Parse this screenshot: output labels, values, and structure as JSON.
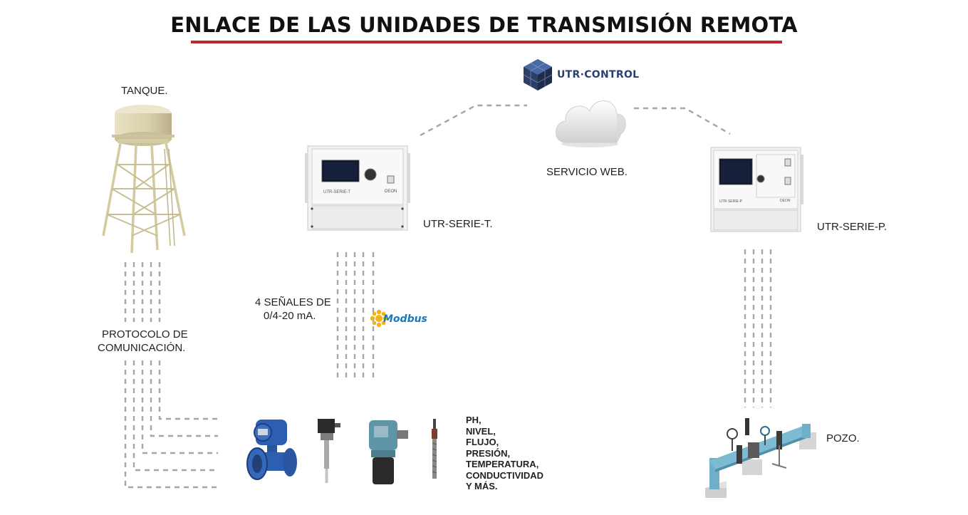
{
  "title": "ENLACE DE LAS UNIDADES DE TRANSMISIÓN REMOTA",
  "brand": {
    "name": "UTR·CONTROL",
    "color": "#2a3f73"
  },
  "accent_color": "#c0272d",
  "nodes": {
    "tank": {
      "label": "TANQUE.",
      "icon": "water-tower-icon"
    },
    "cloud": {
      "label": "SERVICIO WEB.",
      "icon": "cloud-icon"
    },
    "utr_t": {
      "label": "UTR-SERIE-T.",
      "device_text": "UTR-SERIE-T",
      "maker": "DEON",
      "icon": "utr-enclosure-icon"
    },
    "utr_p": {
      "label": "UTR-SERIE-P.",
      "device_text": "UTR-SERIE-P",
      "maker": "DEON",
      "icon": "utr-enclosure-icon"
    },
    "well": {
      "label": "POZO.",
      "icon": "well-pipeline-icon"
    }
  },
  "connections": {
    "protocol_label_line1": "PROTOCOLO DE",
    "protocol_label_line2": "COMUNICACIÓN.",
    "signals_label_line1": "4 SEÑALES DE",
    "signals_label_line2": "0/4-20 mA.",
    "modbus": "Modbus"
  },
  "sensors": {
    "icons": [
      "flowmeter-icon",
      "temperature-sensor-icon",
      "ultrasonic-level-icon",
      "ph-probe-icon"
    ],
    "lines": [
      "PH,",
      "NIVEL,",
      "FLUJO,",
      "PRESIÓN,",
      "TEMPERATURA,",
      "CONDUCTIVIDAD",
      "Y MÁS."
    ]
  }
}
